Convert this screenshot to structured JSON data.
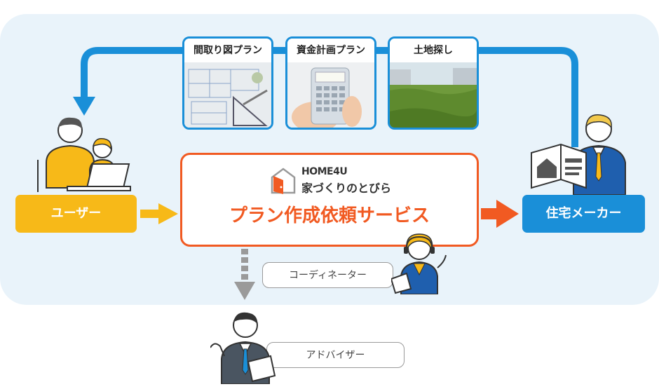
{
  "cards": [
    {
      "title": "間取り図プラン",
      "icon": "floor-plan-photo"
    },
    {
      "title": "資金計画プラン",
      "icon": "calculator-photo"
    },
    {
      "title": "土地探し",
      "icon": "land-photo"
    }
  ],
  "user": {
    "label": "ユーザー"
  },
  "maker": {
    "label": "住宅メーカー"
  },
  "service": {
    "logo_small": "HOME4U",
    "logo_name": "家づくりのとびら",
    "name": "プラン作成依頼サービス"
  },
  "coordinator": {
    "label": "コーディネーター"
  },
  "advisor": {
    "label": "アドバイザー"
  },
  "colors": {
    "blue": "#1a8fd8",
    "orange": "#f15a22",
    "yellow": "#f7b918",
    "gray": "#9a9a9a",
    "panel": "#e9f3fa"
  }
}
